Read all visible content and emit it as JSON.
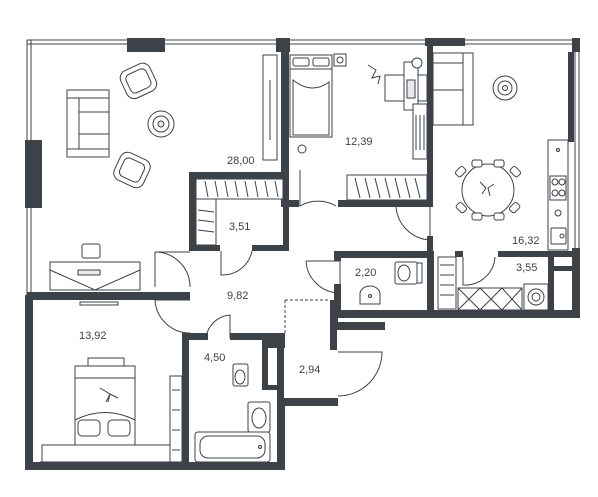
{
  "plan": {
    "rooms": [
      {
        "id": "living",
        "area": "28,00"
      },
      {
        "id": "bedroom-top",
        "area": "12,39"
      },
      {
        "id": "closet",
        "area": "3,51"
      },
      {
        "id": "kitchen",
        "area": "16,32"
      },
      {
        "id": "bath-small",
        "area": "2,20"
      },
      {
        "id": "utility",
        "area": "3,55"
      },
      {
        "id": "hall",
        "area": "9,82"
      },
      {
        "id": "bedroom-bottom",
        "area": "13,92"
      },
      {
        "id": "bathroom",
        "area": "4,50"
      },
      {
        "id": "storage",
        "area": "2,94"
      }
    ],
    "colors": {
      "wall": "#3d4148",
      "line": "#3d4148",
      "background": "#ffffff"
    }
  }
}
